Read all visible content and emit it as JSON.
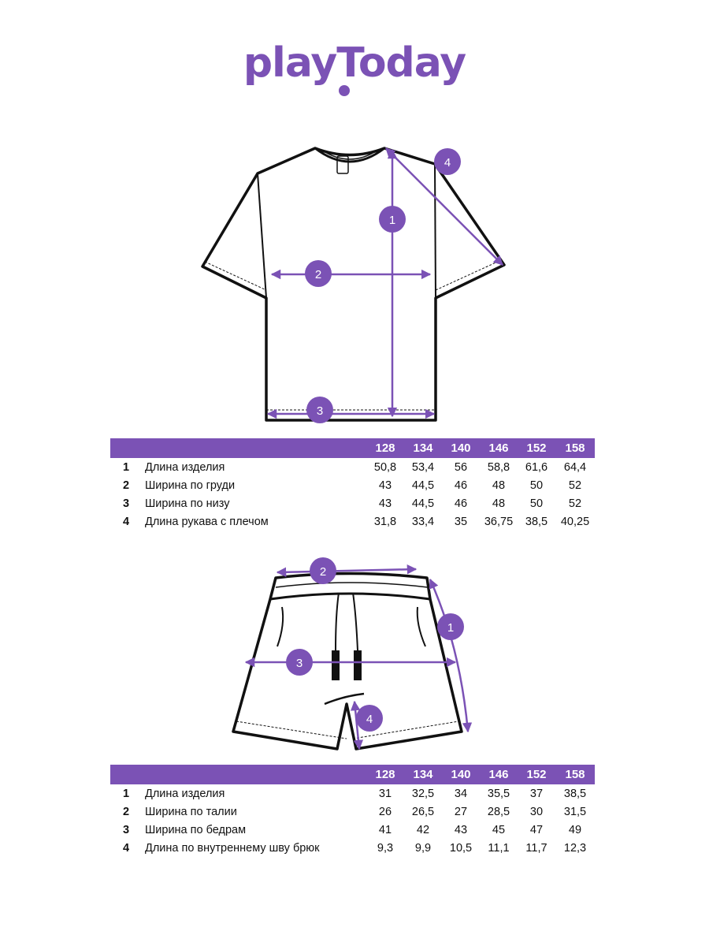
{
  "brand": {
    "logo_text": "playToday",
    "accent_color": "#7b52b5"
  },
  "tshirt": {
    "callouts": [
      "1",
      "2",
      "3",
      "4"
    ],
    "table": {
      "sizes": [
        "128",
        "134",
        "140",
        "146",
        "152",
        "158"
      ],
      "rows": [
        {
          "num": "1",
          "label": "Длина изделия",
          "values": [
            "50,8",
            "53,4",
            "56",
            "58,8",
            "61,6",
            "64,4"
          ]
        },
        {
          "num": "2",
          "label": "Ширина по груди",
          "values": [
            "43",
            "44,5",
            "46",
            "48",
            "50",
            "52"
          ]
        },
        {
          "num": "3",
          "label": "Ширина по низу",
          "values": [
            "43",
            "44,5",
            "46",
            "48",
            "50",
            "52"
          ]
        },
        {
          "num": "4",
          "label": "Длина рукава с плечом",
          "values": [
            "31,8",
            "33,4",
            "35",
            "36,75",
            "38,5",
            "40,25"
          ]
        }
      ]
    }
  },
  "shorts": {
    "callouts": [
      "1",
      "2",
      "3",
      "4"
    ],
    "table": {
      "sizes": [
        "128",
        "134",
        "140",
        "146",
        "152",
        "158"
      ],
      "rows": [
        {
          "num": "1",
          "label": "Длина изделия",
          "values": [
            "31",
            "32,5",
            "34",
            "35,5",
            "37",
            "38,5"
          ]
        },
        {
          "num": "2",
          "label": "Ширина по талии",
          "values": [
            "26",
            "26,5",
            "27",
            "28,5",
            "30",
            "31,5"
          ]
        },
        {
          "num": "3",
          "label": "Ширина по бедрам",
          "values": [
            "41",
            "42",
            "43",
            "45",
            "47",
            "49"
          ]
        },
        {
          "num": "4",
          "label": "Длина по внутреннему шву брюк",
          "values": [
            "9,3",
            "9,9",
            "10,5",
            "11,1",
            "11,7",
            "12,3"
          ]
        }
      ]
    }
  }
}
